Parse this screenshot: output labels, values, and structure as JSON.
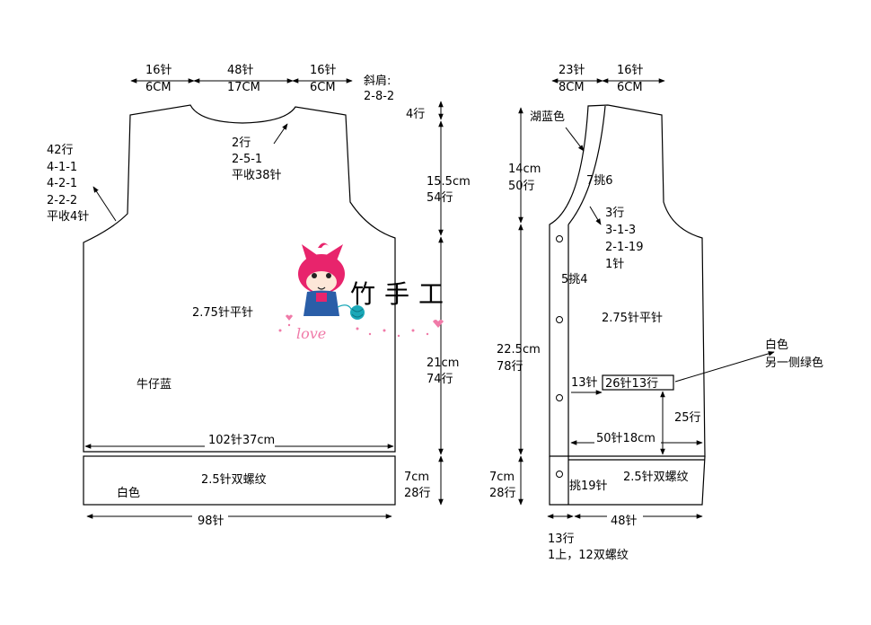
{
  "back_piece": {
    "top_left_width": "16针",
    "top_left_cm": "6CM",
    "neck_width": "48针",
    "neck_cm": "17CM",
    "top_right_width": "16针",
    "top_right_cm": "6CM",
    "shoulder_slope_title": "斜肩:",
    "shoulder_slope_values": "2-8-2",
    "neck_rows": "2行",
    "neck_decrease": "2-5-1",
    "neck_bind_off": "平收38针",
    "armhole_rows": "42行",
    "armhole_dec_1": "4-1-1",
    "armhole_dec_2": "4-2-1",
    "armhole_dec_3": "2-2-2",
    "armhole_bind_off": "平收4针",
    "shoulder_height_rows": "4行",
    "armhole_height_cm": "15.5cm",
    "armhole_height_rows": "54行",
    "body_height_cm": "21cm",
    "body_height_rows": "74行",
    "rib_height_cm": "7cm",
    "rib_height_rows": "28行",
    "stitch_pattern": "2.75针平针",
    "body_color": "牛仔蓝",
    "body_width": "102针37cm",
    "rib_pattern": "2.5针双螺纹",
    "rib_color": "白色",
    "rib_width": "98针"
  },
  "front_piece": {
    "band_width": "23针",
    "band_cm": "8CM",
    "shoulder_width": "16针",
    "shoulder_cm": "6CM",
    "band_color": "湖蓝色",
    "upper_height_cm": "14cm",
    "upper_height_rows": "50行",
    "band_pickup_top": "7挑6",
    "armhole_rows": "3行",
    "armhole_dec_1": "3-1-3",
    "armhole_dec_2": "2-1-19",
    "armhole_last": "1针",
    "band_pickup_mid": "5挑4",
    "stitch_pattern": "2.75针平针",
    "lower_height_cm": "22.5cm",
    "lower_height_rows": "78行",
    "pocket_offset": "13针",
    "pocket_size": "26针13行",
    "pocket_note_color": "白色",
    "pocket_note_other": "另一侧绿色",
    "pocket_height": "25行",
    "body_width": "50针18cm",
    "rib_height_cm": "7cm",
    "rib_height_rows": "28行",
    "rib_pickup": "挑19针",
    "rib_pattern": "2.5针双螺纹",
    "rib_width": "48针",
    "band_rows": "13行",
    "band_rib": "1上，12双螺纹"
  },
  "watermark": {
    "text": "竹手工",
    "script_text": "love"
  },
  "colors": {
    "line": "#000000",
    "mascot_pink": "#e8246c",
    "mascot_blue": "#2a5ea8",
    "yarn_teal": "#1aa8b8",
    "heart_pink": "#f07aa8"
  }
}
